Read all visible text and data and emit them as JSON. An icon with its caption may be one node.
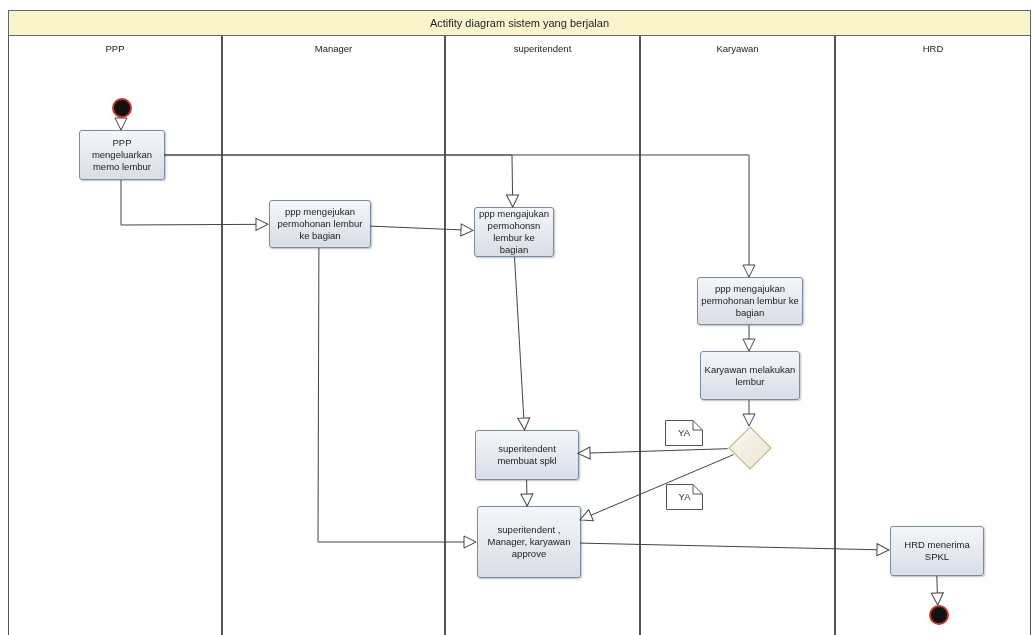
{
  "diagram": {
    "title": "Actifity diagram sistem yang berjalan",
    "nodes": [
      {
        "text": [
          "PPP"
        ]
      },
      {
        "text": [
          "Manager"
        ]
      },
      {
        "text": [
          "superitendent"
        ]
      },
      {
        "text": [
          "Karyawan"
        ]
      },
      {
        "text": [
          "HRD"
        ]
      },
      {
        "text": [],
        "shape": "circle",
        "in": 0
      },
      {
        "text": [
          "PPP mengeluarkan memo lembur"
        ],
        "in": 0
      },
      {
        "text": [
          "ppp mengejukan permohonan lembur ke bagian"
        ],
        "in": 1
      },
      {
        "text": [
          "ppp mengajukan permohonsn lembur ke bagian"
        ],
        "in": 2
      },
      {
        "text": [
          "ppp mengajukan permohonan lembur ke bagian"
        ],
        "in": 3
      },
      {
        "text": [
          "Karyawan melakukan lembur"
        ],
        "in": 3
      },
      {
        "text": [],
        "shape": "diamond",
        "in": 3
      },
      {
        "text": [
          "superitendent membuat spkl"
        ],
        "in": 2
      },
      {
        "text": [
          "superitendent , Manager, karyawan approve"
        ],
        "in": 2
      },
      {
        "text": [
          "HRD menerima SPKL"
        ],
        "in": 4
      },
      {
        "text": [],
        "shape": "circle",
        "in": 4
      },
      {
        "text": [
          "YA"
        ],
        "in": 3
      },
      {
        "text": [
          "YA"
        ],
        "in": 3
      }
    ],
    "edges": [
      {
        "from": 5,
        "to": 6,
        "arrow": "to"
      },
      {
        "from": 6,
        "to": 7,
        "arrow": "to"
      },
      {
        "from": 6,
        "to": 8,
        "arrow": "to"
      },
      {
        "from": 6,
        "to": 9,
        "arrow": "to"
      },
      {
        "from": 7,
        "to": 8,
        "arrow": "to"
      },
      {
        "from": 7,
        "to": 13,
        "arrow": "to"
      },
      {
        "from": 8,
        "to": 12,
        "arrow": "to"
      },
      {
        "from": 9,
        "to": 10,
        "arrow": "to"
      },
      {
        "from": 10,
        "to": 11,
        "arrow": "to"
      },
      {
        "from": 11,
        "to": 12,
        "arrow": "to"
      },
      {
        "from": 11,
        "to": 13,
        "arrow": "to"
      },
      {
        "from": 12,
        "to": 13,
        "arrow": "to"
      },
      {
        "from": 13,
        "to": 14,
        "arrow": "to"
      },
      {
        "from": 14,
        "to": 15,
        "arrow": "to"
      }
    ]
  }
}
